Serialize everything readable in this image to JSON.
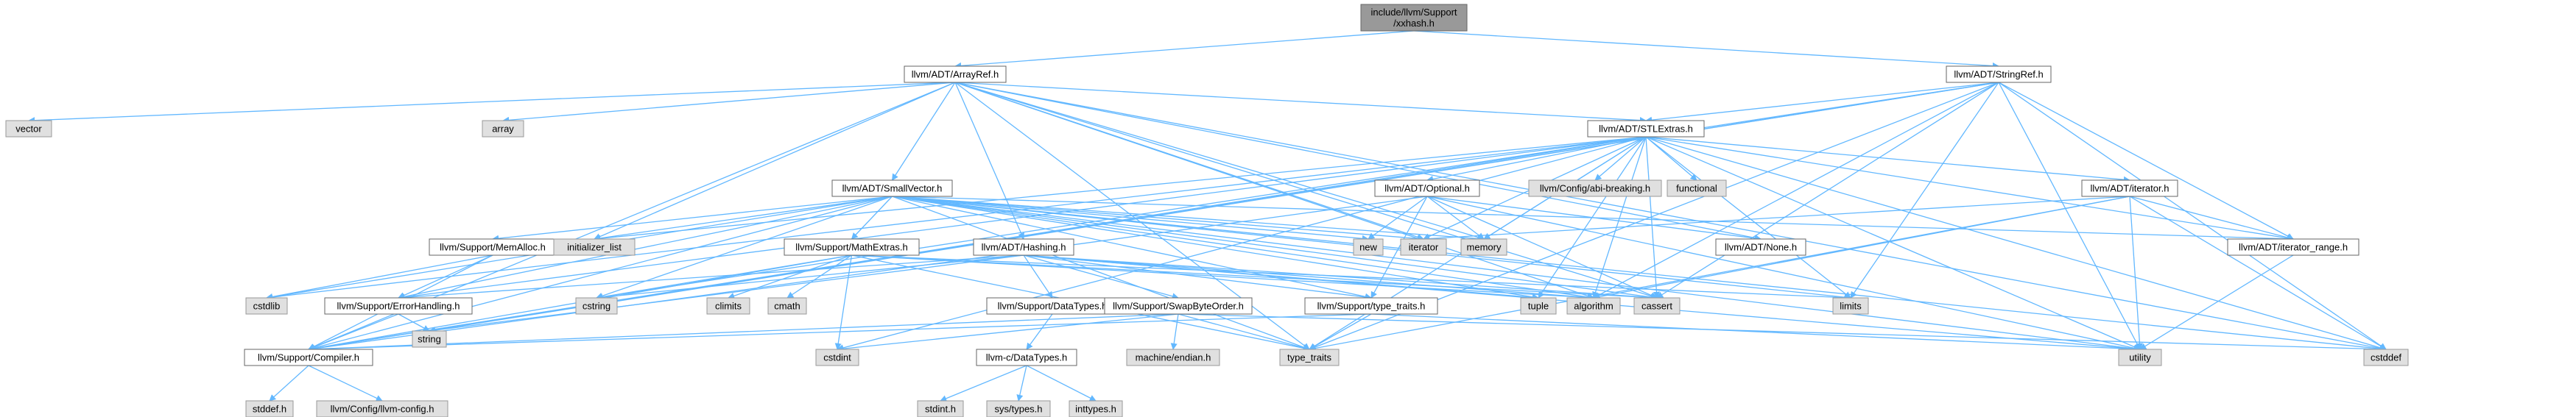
{
  "colors": {
    "root_fill": "#999999",
    "root_stroke": "#666666",
    "file_fill": "#ffffff",
    "file_stroke": "#666666",
    "system_fill": "#e0e0e0",
    "system_stroke": "#999999",
    "edge": "#63b8ff"
  },
  "nodes": [
    {
      "id": "root",
      "label": "include/llvm/Support\n/xxhash.h",
      "kind": "root"
    },
    {
      "id": "arrayref",
      "label": "llvm/ADT/ArrayRef.h",
      "kind": "file"
    },
    {
      "id": "stringref",
      "label": "llvm/ADT/StringRef.h",
      "kind": "file"
    },
    {
      "id": "vector",
      "label": "vector",
      "kind": "system"
    },
    {
      "id": "array",
      "label": "array",
      "kind": "system"
    },
    {
      "id": "stlextras",
      "label": "llvm/ADT/STLExtras.h",
      "kind": "file"
    },
    {
      "id": "smallvector",
      "label": "llvm/ADT/SmallVector.h",
      "kind": "file"
    },
    {
      "id": "abibreaking",
      "label": "llvm/Config/abi-breaking.h",
      "kind": "system"
    },
    {
      "id": "functional",
      "label": "functional",
      "kind": "system"
    },
    {
      "id": "optional",
      "label": "llvm/ADT/Optional.h",
      "kind": "file"
    },
    {
      "id": "iterator_h",
      "label": "llvm/ADT/iterator.h",
      "kind": "file"
    },
    {
      "id": "memalloc",
      "label": "llvm/Support/MemAlloc.h",
      "kind": "file"
    },
    {
      "id": "initlist",
      "label": "initializer_list",
      "kind": "system"
    },
    {
      "id": "mathextras",
      "label": "llvm/Support/MathExtras.h",
      "kind": "file"
    },
    {
      "id": "hashing",
      "label": "llvm/ADT/Hashing.h",
      "kind": "file"
    },
    {
      "id": "new",
      "label": "new",
      "kind": "system"
    },
    {
      "id": "iterator",
      "label": "iterator",
      "kind": "system"
    },
    {
      "id": "memory",
      "label": "memory",
      "kind": "system"
    },
    {
      "id": "none",
      "label": "llvm/ADT/None.h",
      "kind": "file"
    },
    {
      "id": "iterrange",
      "label": "llvm/ADT/iterator_range.h",
      "kind": "file"
    },
    {
      "id": "cstdlib",
      "label": "cstdlib",
      "kind": "system"
    },
    {
      "id": "errhandling",
      "label": "llvm/Support/ErrorHandling.h",
      "kind": "file"
    },
    {
      "id": "cstring",
      "label": "cstring",
      "kind": "system"
    },
    {
      "id": "climits",
      "label": "climits",
      "kind": "system"
    },
    {
      "id": "cmath",
      "label": "cmath",
      "kind": "system"
    },
    {
      "id": "typetraits_h",
      "label": "llvm/Support/type_traits.h",
      "kind": "file"
    },
    {
      "id": "tuple",
      "label": "tuple",
      "kind": "system"
    },
    {
      "id": "algorithm",
      "label": "algorithm",
      "kind": "system"
    },
    {
      "id": "cassert",
      "label": "cassert",
      "kind": "system"
    },
    {
      "id": "limits",
      "label": "limits",
      "kind": "system"
    },
    {
      "id": "datatypes",
      "label": "llvm/Support/DataTypes.h",
      "kind": "file"
    },
    {
      "id": "swapbyte",
      "label": "llvm/Support/SwapByteOrder.h",
      "kind": "file"
    },
    {
      "id": "compiler",
      "label": "llvm/Support/Compiler.h",
      "kind": "file"
    },
    {
      "id": "string",
      "label": "string",
      "kind": "system"
    },
    {
      "id": "cstdint",
      "label": "cstdint",
      "kind": "system"
    },
    {
      "id": "cdatatypes",
      "label": "llvm-c/DataTypes.h",
      "kind": "file"
    },
    {
      "id": "machineendian",
      "label": "machine/endian.h",
      "kind": "system"
    },
    {
      "id": "type_traits",
      "label": "type_traits",
      "kind": "system"
    },
    {
      "id": "utility",
      "label": "utility",
      "kind": "system"
    },
    {
      "id": "cstddef",
      "label": "cstddef",
      "kind": "system"
    },
    {
      "id": "stddef",
      "label": "stddef.h",
      "kind": "system"
    },
    {
      "id": "llvmconfig",
      "label": "llvm/Config/llvm-config.h",
      "kind": "system"
    },
    {
      "id": "stdint",
      "label": "stdint.h",
      "kind": "system"
    },
    {
      "id": "systypes",
      "label": "sys/types.h",
      "kind": "system"
    },
    {
      "id": "inttypes",
      "label": "inttypes.h",
      "kind": "system"
    }
  ],
  "edges": [
    [
      "root",
      "arrayref"
    ],
    [
      "root",
      "stringref"
    ],
    [
      "arrayref",
      "vector"
    ],
    [
      "arrayref",
      "array"
    ],
    [
      "arrayref",
      "stlextras"
    ],
    [
      "arrayref",
      "smallvector"
    ],
    [
      "arrayref",
      "hashing"
    ],
    [
      "arrayref",
      "none"
    ],
    [
      "arrayref",
      "initlist"
    ],
    [
      "arrayref",
      "iterator"
    ],
    [
      "arrayref",
      "memory"
    ],
    [
      "arrayref",
      "algorithm"
    ],
    [
      "arrayref",
      "cassert"
    ],
    [
      "arrayref",
      "compiler"
    ],
    [
      "arrayref",
      "type_traits"
    ],
    [
      "arrayref",
      "cstddef"
    ],
    [
      "stringref",
      "stlextras"
    ],
    [
      "stringref",
      "iterrange"
    ],
    [
      "stringref",
      "compiler"
    ],
    [
      "stringref",
      "algorithm"
    ],
    [
      "stringref",
      "cassert"
    ],
    [
      "stringref",
      "cstddef"
    ],
    [
      "stringref",
      "cstring"
    ],
    [
      "stringref",
      "limits"
    ],
    [
      "stringref",
      "string"
    ],
    [
      "stringref",
      "type_traits"
    ],
    [
      "stringref",
      "utility"
    ],
    [
      "stlextras",
      "abibreaking"
    ],
    [
      "stlextras",
      "functional"
    ],
    [
      "stlextras",
      "optional"
    ],
    [
      "stlextras",
      "iterator_h"
    ],
    [
      "stlextras",
      "iterrange"
    ],
    [
      "stlextras",
      "compiler"
    ],
    [
      "stlextras",
      "errhandling"
    ],
    [
      "stlextras",
      "initlist"
    ],
    [
      "stlextras",
      "iterator"
    ],
    [
      "stlextras",
      "memory"
    ],
    [
      "stlextras",
      "tuple"
    ],
    [
      "stlextras",
      "algorithm"
    ],
    [
      "stlextras",
      "cassert"
    ],
    [
      "stlextras",
      "limits"
    ],
    [
      "stlextras",
      "type_traits"
    ],
    [
      "stlextras",
      "utility"
    ],
    [
      "stlextras",
      "cstddef"
    ],
    [
      "stlextras",
      "cstdlib"
    ],
    [
      "stlextras",
      "cstdint"
    ],
    [
      "smallvector",
      "memalloc"
    ],
    [
      "smallvector",
      "mathextras"
    ],
    [
      "smallvector",
      "compiler"
    ],
    [
      "smallvector",
      "errhandling"
    ],
    [
      "smallvector",
      "typetraits_h"
    ],
    [
      "smallvector",
      "initlist"
    ],
    [
      "smallvector",
      "new"
    ],
    [
      "smallvector",
      "iterator"
    ],
    [
      "smallvector",
      "memory"
    ],
    [
      "smallvector",
      "tuple"
    ],
    [
      "smallvector",
      "algorithm"
    ],
    [
      "smallvector",
      "cassert"
    ],
    [
      "smallvector",
      "limits"
    ],
    [
      "smallvector",
      "cstdlib"
    ],
    [
      "smallvector",
      "cstring"
    ],
    [
      "smallvector",
      "cstddef"
    ],
    [
      "smallvector",
      "type_traits"
    ],
    [
      "smallvector",
      "utility"
    ],
    [
      "smallvector",
      "iterrange"
    ],
    [
      "optional",
      "none"
    ],
    [
      "optional",
      "compiler"
    ],
    [
      "optional",
      "typetraits_h"
    ],
    [
      "optional",
      "new"
    ],
    [
      "optional",
      "cassert"
    ],
    [
      "optional",
      "memory"
    ],
    [
      "optional",
      "utility"
    ],
    [
      "iterator_h",
      "iterrange"
    ],
    [
      "iterator_h",
      "iterator"
    ],
    [
      "iterator_h",
      "cstddef"
    ],
    [
      "iterator_h",
      "type_traits"
    ],
    [
      "iterator_h",
      "utility"
    ],
    [
      "iterator_h",
      "algorithm"
    ],
    [
      "iterrange",
      "utility"
    ],
    [
      "memalloc",
      "compiler"
    ],
    [
      "memalloc",
      "errhandling"
    ],
    [
      "memalloc",
      "cstdlib"
    ],
    [
      "mathextras",
      "compiler"
    ],
    [
      "mathextras",
      "climits"
    ],
    [
      "mathextras",
      "cmath"
    ],
    [
      "mathextras",
      "cstdint"
    ],
    [
      "mathextras",
      "cstring"
    ],
    [
      "mathextras",
      "limits"
    ],
    [
      "mathextras",
      "type_traits"
    ],
    [
      "mathextras",
      "algorithm"
    ],
    [
      "mathextras",
      "cassert"
    ],
    [
      "hashing",
      "datatypes"
    ],
    [
      "hashing",
      "errhandling"
    ],
    [
      "hashing",
      "swapbyte"
    ],
    [
      "hashing",
      "typetraits_h"
    ],
    [
      "hashing",
      "algorithm"
    ],
    [
      "hashing",
      "cassert"
    ],
    [
      "hashing",
      "cstring"
    ],
    [
      "hashing",
      "string"
    ],
    [
      "hashing",
      "tuple"
    ],
    [
      "hashing",
      "utility"
    ],
    [
      "errhandling",
      "compiler"
    ],
    [
      "errhandling",
      "string"
    ],
    [
      "typetraits_h",
      "compiler"
    ],
    [
      "typetraits_h",
      "type_traits"
    ],
    [
      "typetraits_h",
      "utility"
    ],
    [
      "datatypes",
      "cdatatypes"
    ],
    [
      "swapbyte",
      "compiler"
    ],
    [
      "swapbyte",
      "cstddef"
    ],
    [
      "swapbyte",
      "cstdint"
    ],
    [
      "swapbyte",
      "type_traits"
    ],
    [
      "swapbyte",
      "machineendian"
    ],
    [
      "cdatatypes",
      "stdint"
    ],
    [
      "cdatatypes",
      "systypes"
    ],
    [
      "cdatatypes",
      "inttypes"
    ],
    [
      "compiler",
      "stddef"
    ],
    [
      "compiler",
      "llvmconfig"
    ]
  ]
}
